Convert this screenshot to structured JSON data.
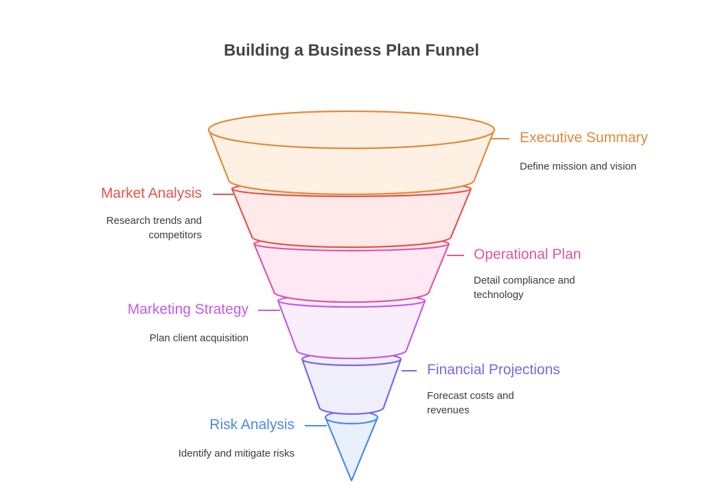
{
  "title": "Building a Business Plan Funnel",
  "stages": [
    {
      "label": "Executive Summary",
      "desc": "Define mission and vision",
      "stroke": "#E2893A",
      "fill": "#FEF0E3"
    },
    {
      "label": "Market Analysis",
      "desc": "Research trends and competitors",
      "stroke": "#E5534B",
      "fill": "#FFE9E9"
    },
    {
      "label": "Operational Plan",
      "desc": "Detail compliance and technology",
      "stroke": "#E0559F",
      "fill": "#FDE8F3"
    },
    {
      "label": "Marketing Strategy",
      "desc": "Plan client acquisition",
      "stroke": "#C25CE3",
      "fill": "#F9EEFC"
    },
    {
      "label": "Financial Projections",
      "desc": "Forecast costs and revenues",
      "stroke": "#7E63E8",
      "fill": "#EFEEFB"
    },
    {
      "label": "Risk Analysis",
      "desc": "Identify and mitigate risks",
      "stroke": "#4A88E8",
      "fill": "#E8F0FC"
    }
  ]
}
